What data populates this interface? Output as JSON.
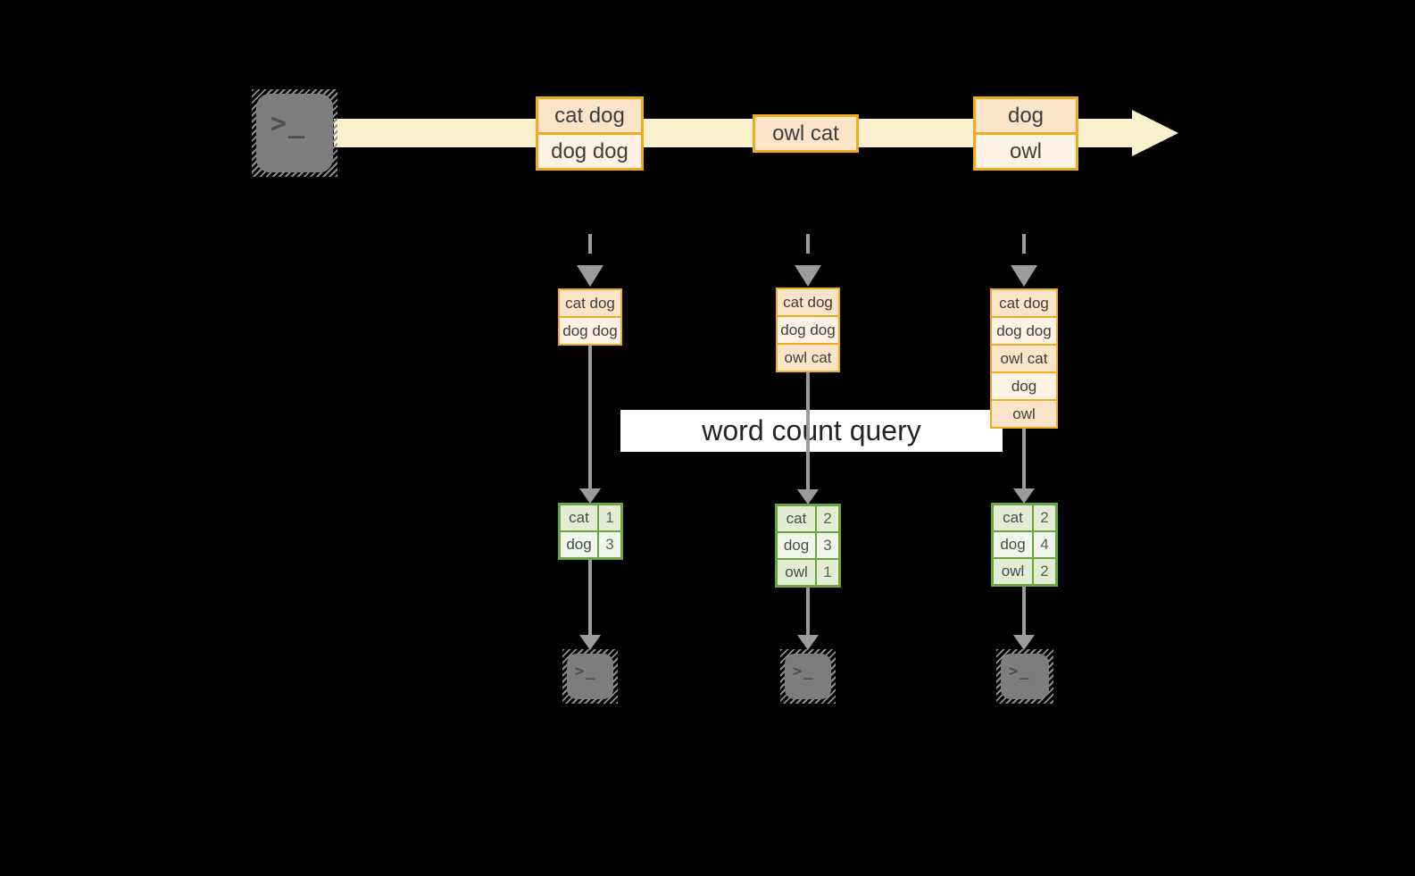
{
  "banner": {
    "label": "word count query"
  },
  "icons": {
    "terminal_glyph": ">_"
  },
  "colors": {
    "background": "#000000",
    "stream_band": "#FBF0CE",
    "event_border": "#EFAC20",
    "event_fill_dark": "#FBE4C8",
    "event_fill_light": "#FDF2E3",
    "result_border": "#6CA53F",
    "result_fill_dark": "#E3EDD4",
    "result_fill_light": "#F1F6EB",
    "arrow_gray": "#9B9B9B",
    "terminal_gray": "#7D7D7D",
    "banner_bg": "#FFFFFF"
  },
  "stream": {
    "events": [
      {
        "rows": [
          "cat dog",
          "dog dog"
        ]
      },
      {
        "rows": [
          "owl cat"
        ]
      },
      {
        "rows": [
          "dog",
          "owl"
        ]
      }
    ]
  },
  "pipelines": [
    {
      "buffer": [
        "cat dog",
        "dog dog"
      ],
      "results": [
        {
          "word": "cat",
          "count": "1"
        },
        {
          "word": "dog",
          "count": "3"
        }
      ]
    },
    {
      "buffer": [
        "cat dog",
        "dog dog",
        "owl cat"
      ],
      "results": [
        {
          "word": "cat",
          "count": "2"
        },
        {
          "word": "dog",
          "count": "3"
        },
        {
          "word": "owl",
          "count": "1"
        }
      ]
    },
    {
      "buffer": [
        "cat dog",
        "dog dog",
        "owl cat",
        "dog",
        "owl"
      ],
      "results": [
        {
          "word": "cat",
          "count": "2"
        },
        {
          "word": "dog",
          "count": "4"
        },
        {
          "word": "owl",
          "count": "2"
        }
      ]
    }
  ]
}
